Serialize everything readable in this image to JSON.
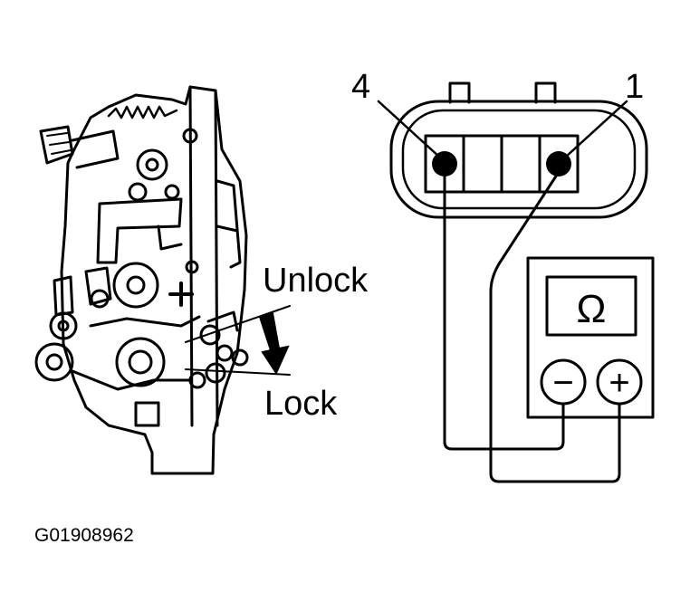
{
  "labels": {
    "unlock": "Unlock",
    "lock": "Lock",
    "pin_left": "4",
    "pin_right": "1",
    "ohm_symbol": "Ω",
    "neg_symbol": "−",
    "pos_symbol": "+",
    "figure_id": "G01908962"
  },
  "icons": {
    "actuator": "door-lock-actuator-drawing",
    "arrow": "down-arrow-icon",
    "meter": "ohmmeter-icon"
  }
}
